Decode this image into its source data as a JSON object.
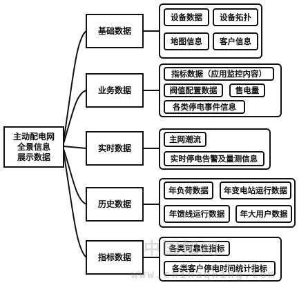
{
  "root": {
    "lines": [
      "主动配电网",
      "全景信息",
      "展示数据"
    ]
  },
  "categories": [
    {
      "label": "基础数据",
      "items": [
        "设备数据",
        "设备拓扑",
        "地图信息",
        "客户信息"
      ]
    },
    {
      "label": "业务数据",
      "items": [
        "指标数据（应用监控内容）",
        "阀值配置数据",
        "售电量",
        "各类停电事件信息"
      ]
    },
    {
      "label": "实时数据",
      "items": [
        "主网潮流",
        "实时停电告警及量测信息"
      ]
    },
    {
      "label": "历史数据",
      "items": [
        "年负荷数据",
        "年变电站运行数据",
        "年馈线运行数据",
        "年大用户数据"
      ]
    },
    {
      "label": "指标数据",
      "items": [
        "各类可靠性指标",
        "各类客户停电时间统计指标"
      ]
    }
  ],
  "watermark": {
    "cn": "中国知网",
    "url": "www.chinaqking.com"
  }
}
